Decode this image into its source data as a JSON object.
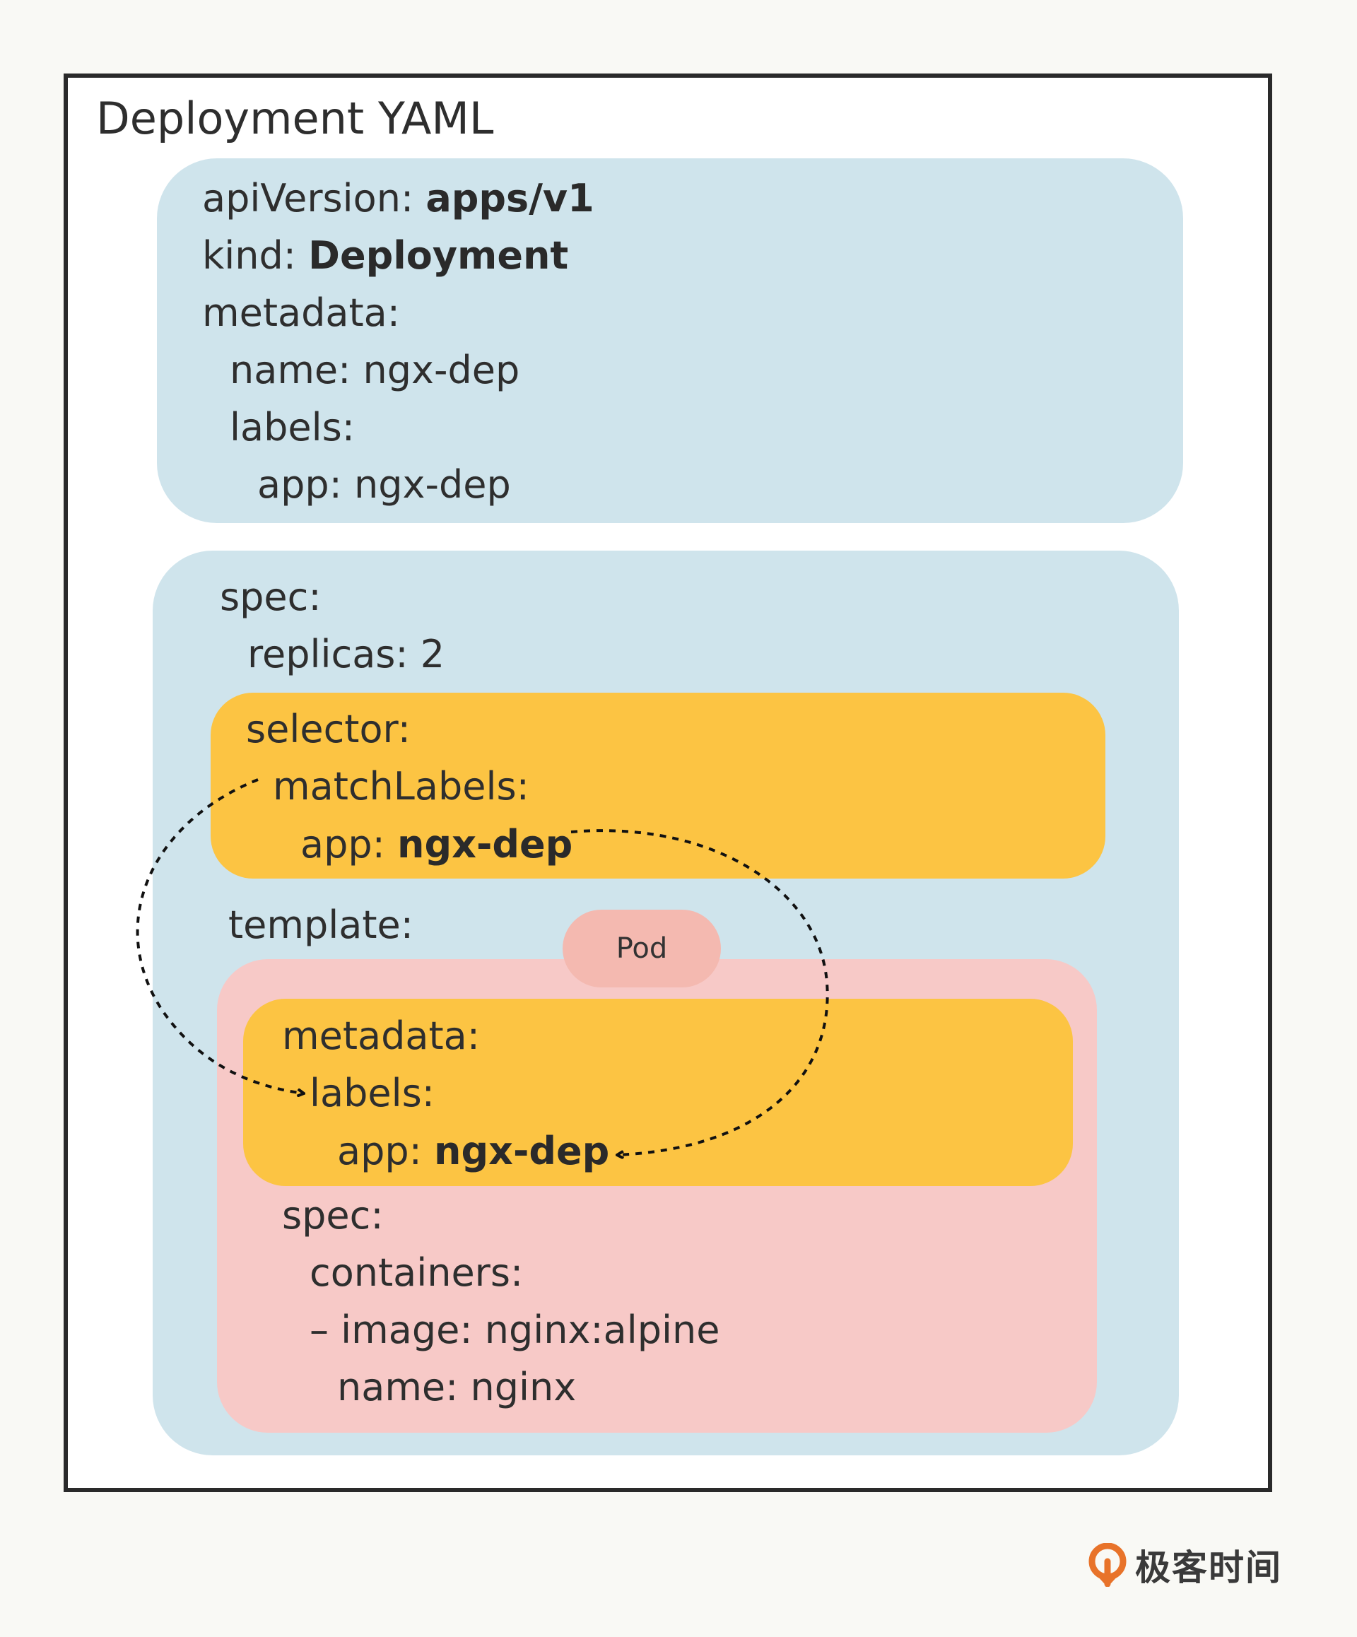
{
  "title": "Deployment YAML",
  "header_block": {
    "api_key": "apiVersion: ",
    "api_value": "apps/v1",
    "kind_key": "kind: ",
    "kind_value": "Deployment",
    "metadata": "metadata:",
    "name": "name: ngx-dep",
    "labels": "labels:",
    "app": "app: ngx-dep"
  },
  "spec_block": {
    "spec": "spec:",
    "replicas": "replicas: 2",
    "template": "template:"
  },
  "selector_block": {
    "selector": "selector:",
    "match_labels": "matchLabels:",
    "app_key": "app: ",
    "app_value": "ngx-dep"
  },
  "pod_badge": "Pod",
  "pod_metadata_block": {
    "metadata": "metadata:",
    "labels": "labels:",
    "app_key": "app: ",
    "app_value": "ngx-dep"
  },
  "pod_spec_block": {
    "spec": "spec:",
    "containers": "containers:",
    "image": "– image: nginx:alpine",
    "name": "name: nginx"
  },
  "brand": {
    "name": "极客时间",
    "logo_icon": "geektime-logo-icon"
  },
  "colors": {
    "blue_panel": "#cfe4ec",
    "yellow_panel": "#fcc443",
    "pink_panel": "#f7c9c7",
    "pod_badge": "#f4b9b0",
    "logo_orange": "#e8732a"
  }
}
